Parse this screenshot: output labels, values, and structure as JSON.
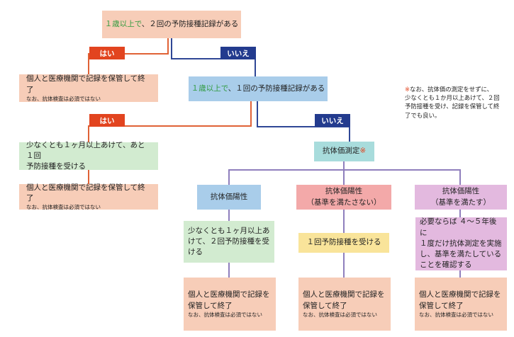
{
  "top": {
    "highlight": "１歳以上で",
    "rest": "、２回の予防接種記録がある"
  },
  "yes_label": "はい",
  "no_label": "いいえ",
  "done": {
    "main": "個人と医療機関で記録を保管して終了",
    "sub": "なお、抗体検査は必須ではない"
  },
  "done_wrap": {
    "line1": "個人と医療機関で記録を",
    "line2": "保管して終了",
    "sub": "なお、抗体検査は必須ではない"
  },
  "second": {
    "highlight": "１歳以上で",
    "rest": "、１回の予防接種記録がある"
  },
  "one_month_more": {
    "line1": "少なくとも１ヶ月以上あけて、あと１回",
    "line2": "予防接種を受ける"
  },
  "antibody_test": {
    "label": "抗体価測定",
    "mark": "※"
  },
  "positive": "抗体価陽性",
  "positive_not_met": {
    "line1": "抗体価陽性",
    "line2": "（基準を満たさない）"
  },
  "positive_met": {
    "line1": "抗体価陽性",
    "line2": "（基準を満たす）"
  },
  "two_more": {
    "line1": "少なくとも１ヶ月以上あ",
    "line2": "けて、２回予防接種を受",
    "line3": "ける"
  },
  "one_more": "１回予防接種を受ける",
  "recheck": {
    "line1": "必要ならば ４～５年後に",
    "line2": "１度だけ抗体測定を実施",
    "line3": "し、基準を満たしている",
    "line4": "ことを確認する"
  },
  "note": {
    "mark": "※",
    "line1": "なお、抗体価の測定をせずに、",
    "line2": "少なくとも１か月以上あけて、２回",
    "line3": "予防接種を受け、記録を保管して終",
    "line4": "了でも良い。"
  }
}
